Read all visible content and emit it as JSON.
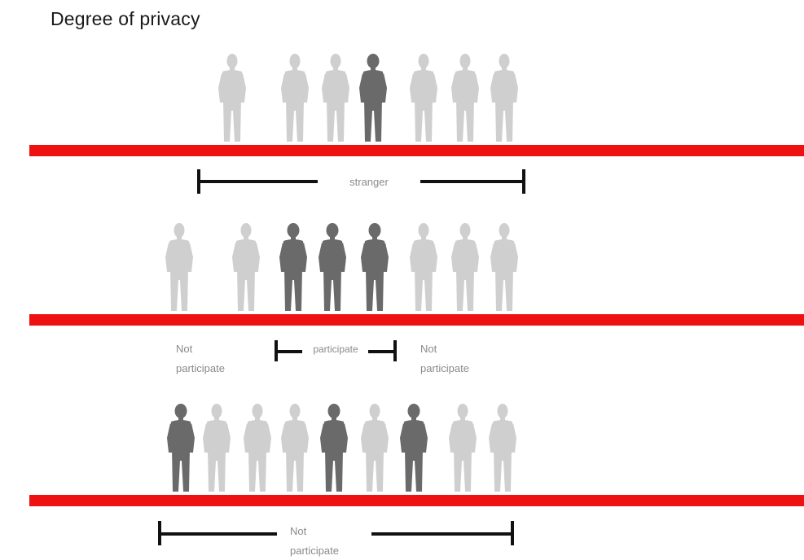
{
  "title": "Degree of privacy",
  "colors": {
    "bar": "#ee1111",
    "person_light": "#cfcfcf",
    "person_dark": "#6a6a6a",
    "bracket": "#111111",
    "label": "#8a8a8a"
  },
  "rows": [
    {
      "people": [
        "light",
        "light",
        "light",
        "dark",
        "light",
        "light",
        "light"
      ],
      "labels": {
        "center": "stranger"
      }
    },
    {
      "people": [
        "light",
        "light",
        "dark",
        "dark",
        "dark",
        "light",
        "light",
        "light"
      ],
      "labels": {
        "left_line1": "Not",
        "left_line2": "participate",
        "center": "participate",
        "right_line1": "Not",
        "right_line2": "participate"
      }
    },
    {
      "people": [
        "dark",
        "light",
        "light",
        "light",
        "dark",
        "light",
        "dark",
        "light",
        "light"
      ],
      "labels": {
        "center_line1": "Not",
        "center_line2": "participate"
      }
    }
  ]
}
